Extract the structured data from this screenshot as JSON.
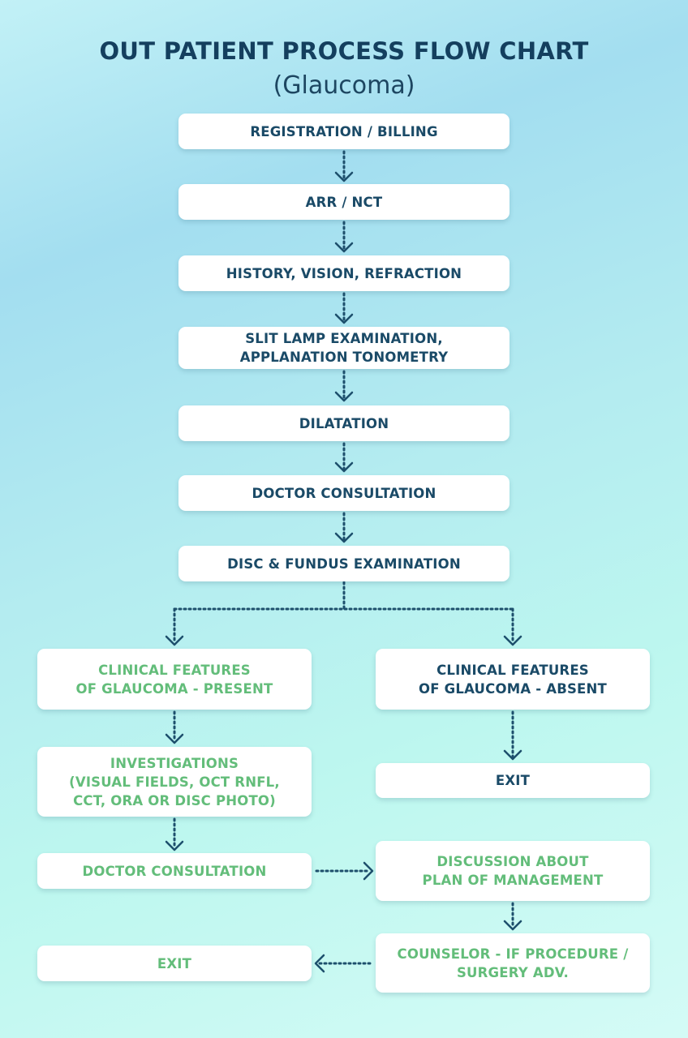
{
  "title": "OUT PATIENT PROCESS FLOW CHART",
  "subtitle": "(Glaucoma)",
  "steps": {
    "registration": "REGISTRATION / BILLING",
    "arr_nct": "ARR / NCT",
    "history": "HISTORY, VISION, REFRACTION",
    "slit_lamp": [
      "SLIT LAMP EXAMINATION,",
      "APPLANATION TONOMETRY"
    ],
    "dilatation": "DILATATION",
    "doctor_consultation": "DOCTOR CONSULTATION",
    "disc_fundus": "DISC & FUNDUS EXAMINATION"
  },
  "left_branch": {
    "present": [
      "CLINICAL FEATURES",
      "OF GLAUCOMA - PRESENT"
    ],
    "investigations": [
      "INVESTIGATIONS",
      "(VISUAL FIELDS, OCT RNFL,",
      "CCT, ORA OR DISC PHOTO)"
    ],
    "doctor_consultation": "DOCTOR CONSULTATION",
    "exit": "EXIT"
  },
  "right_branch": {
    "absent": [
      "CLINICAL FEATURES",
      "OF GLAUCOMA - ABSENT"
    ],
    "exit": "EXIT",
    "discussion": [
      "DISCUSSION ABOUT",
      "PLAN OF MANAGEMENT"
    ],
    "counselor": [
      "COUNSELOR - IF PROCEDURE /",
      "SURGERY ADV."
    ]
  },
  "colors": {
    "navy": "#1a4a67",
    "green": "#63bd7a",
    "connector": "#1d4f6c"
  }
}
